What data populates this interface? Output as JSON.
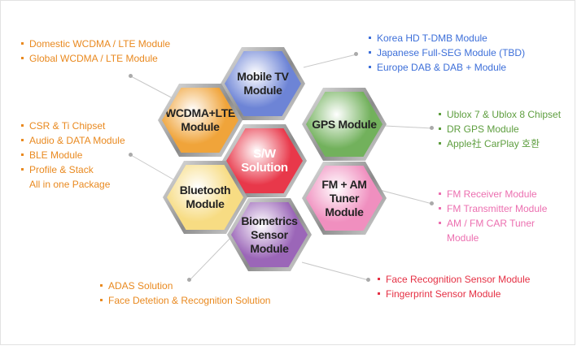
{
  "hexagons": {
    "mobile_tv": {
      "label": "Mobile TV\nModule",
      "color": "#6d84d6"
    },
    "wcdma_lte": {
      "label": "WCDMA+LTE\nModule",
      "color": "#f0a43a"
    },
    "gps": {
      "label": "GPS Module",
      "color": "#72b15c"
    },
    "sw_solution": {
      "label": "S/W\nSolution",
      "color": "#e8384a"
    },
    "bluetooth": {
      "label": "Bluetooth\nModule",
      "color": "#f7dc83"
    },
    "fm_am": {
      "label": "FM + AM\nTuner\nModule",
      "color": "#f08fbf"
    },
    "biometrics": {
      "label": "Biometrics\nSensor\nModule",
      "color": "#9b66b8"
    }
  },
  "groups": {
    "wcdma": {
      "color": "#e9891f",
      "items": [
        "Domestic WCDMA / LTE Module",
        "Global WCDMA / LTE Module"
      ]
    },
    "mobile_tv": {
      "color": "#3d6fd9",
      "items": [
        "Korea HD T-DMB Module",
        "Japanese Full-SEG Module (TBD)",
        "Europe DAB & DAB + Module"
      ]
    },
    "bluetooth": {
      "color": "#e9891f",
      "items": [
        "CSR & Ti Chipset",
        "Audio & DATA Module",
        "BLE Module",
        "Profile & Stack\nAll in one Package"
      ]
    },
    "gps": {
      "color": "#5e9e3f",
      "items": [
        "Ublox 7 & Ublox 8 Chipset",
        "DR GPS Module",
        "Apple社 CarPlay 호환"
      ]
    },
    "fm": {
      "color": "#ec6fb0",
      "items": [
        "FM Receiver Module",
        "FM Transmitter Module",
        "AM / FM CAR Tuner\nModule"
      ]
    },
    "adas": {
      "color": "#e9891f",
      "items": [
        "ADAS Solution",
        "Face Detetion & Recognition Solution"
      ]
    },
    "biometrics": {
      "color": "#e53044",
      "items": [
        "Face Recognition Sensor Module",
        "Fingerprint Sensor Module"
      ]
    }
  },
  "connector_color": "#c8c8c8"
}
